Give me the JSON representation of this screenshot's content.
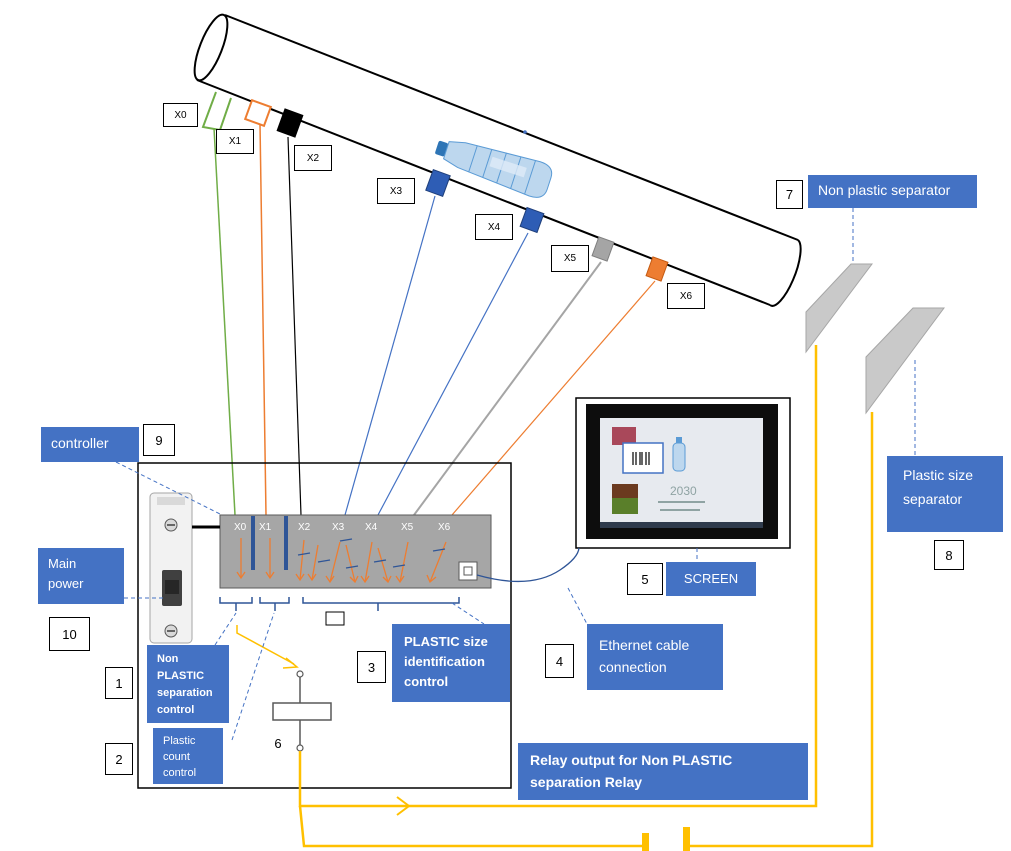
{
  "sensors": [
    {
      "id": "x0",
      "label": "X0",
      "color": "#70AD47"
    },
    {
      "id": "x1",
      "label": "X1",
      "color": "#ED7D31"
    },
    {
      "id": "x2",
      "label": "X2",
      "color": "#000000"
    },
    {
      "id": "x3",
      "label": "X3",
      "color": "#4472C4"
    },
    {
      "id": "x4",
      "label": "X4",
      "color": "#4472C4"
    },
    {
      "id": "x5",
      "label": "X5",
      "color": "#A5A5A5"
    },
    {
      "id": "x6",
      "label": "X6",
      "color": "#ED7D31"
    }
  ],
  "labels": {
    "controller": "controller",
    "main_power": "Main power",
    "non_plastic_separation_control": "Non PLASTIC separation control",
    "plastic_count_control": "Plastic count control",
    "plastic_size_identification_control": "PLASTIC size identification control",
    "ethernet_cable_connection": "Ethernet cable connection",
    "screen": "SCREEN",
    "non_plastic_separator": "Non plastic separator",
    "plastic_size_separator": "Plastic size separator",
    "relay_output": "Relay output for Non PLASTIC separation Relay"
  },
  "numbers": {
    "n1": "1",
    "n2": "2",
    "n3": "3",
    "n4": "4",
    "n5": "5",
    "n6": "6",
    "n7": "7",
    "n8": "8",
    "n9": "9",
    "n10": "10"
  },
  "screen_content": {
    "logo_text": "2030"
  },
  "colors": {
    "accent_blue": "#4472C4",
    "wire_yellow": "#FFC000",
    "plc_gray": "#A6A6A6",
    "separator_gray": "#C9C9C9"
  }
}
